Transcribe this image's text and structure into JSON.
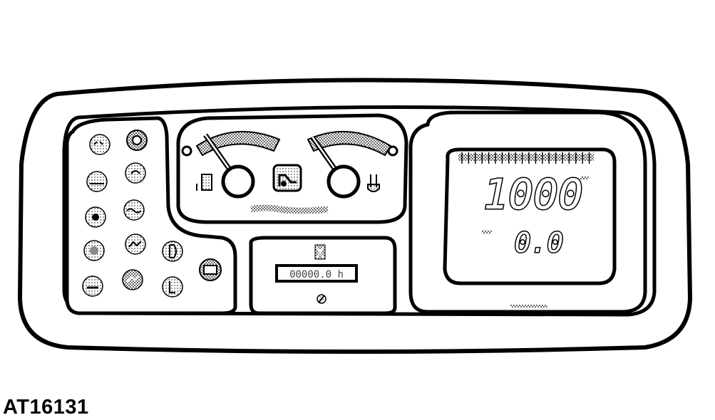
{
  "figure_label": "AT16131",
  "display": {
    "main_reading": "1000",
    "sub_reading": "0.0"
  },
  "hour_meter": {
    "value": "00000.0 h"
  },
  "gauges": {
    "fuel_level": 0.15,
    "coolant_temp": 0.15
  },
  "icons": {
    "left_cluster": [
      "indicator-icon",
      "indicator-icon",
      "indicator-icon",
      "indicator-icon",
      "indicator-icon",
      "indicator-icon",
      "indicator-icon",
      "indicator-icon",
      "indicator-icon",
      "indicator-icon",
      "indicator-icon",
      "indicator-icon",
      "indicator-icon"
    ]
  }
}
